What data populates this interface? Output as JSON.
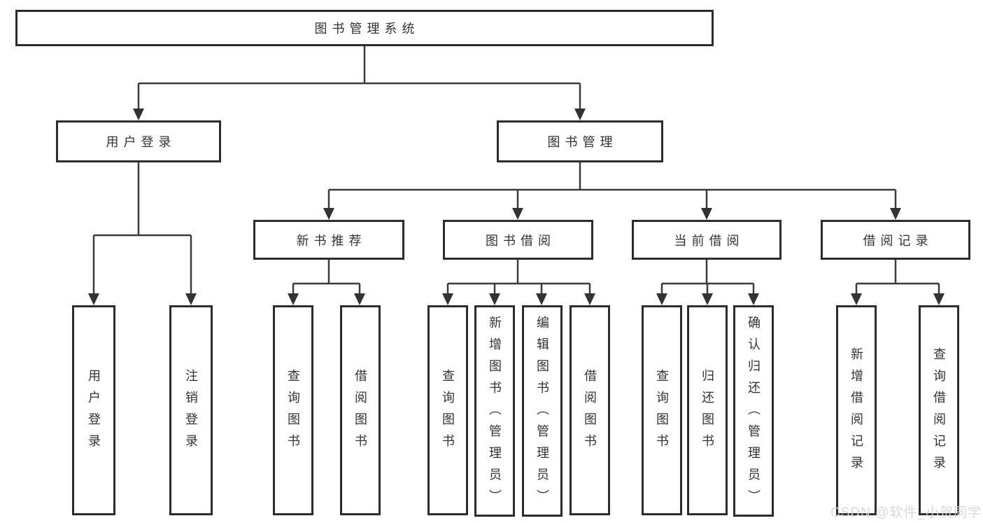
{
  "diagram_type": "hierarchy-tree",
  "tree": {
    "root": {
      "label": "图书管理系统",
      "children": [
        {
          "label": "用户登录",
          "children": [
            {
              "label": "用户登录"
            },
            {
              "label": "注销登录"
            }
          ]
        },
        {
          "label": "图书管理",
          "children": [
            {
              "label": "新书推荐",
              "children": [
                {
                  "label": "查询图书"
                },
                {
                  "label": "借阅图书"
                }
              ]
            },
            {
              "label": "图书借阅",
              "children": [
                {
                  "label": "查询图书"
                },
                {
                  "label": "新增图书（管理员）"
                },
                {
                  "label": "编辑图书（管理员）"
                },
                {
                  "label": "借阅图书"
                }
              ]
            },
            {
              "label": "当前借阅",
              "children": [
                {
                  "label": "查询图书"
                },
                {
                  "label": "归还图书"
                },
                {
                  "label": "确认归还（管理员）"
                }
              ]
            },
            {
              "label": "借阅记录",
              "children": [
                {
                  "label": "新增借阅记录"
                },
                {
                  "label": "查询借阅记录"
                }
              ]
            }
          ]
        }
      ]
    }
  },
  "watermark": {
    "text": "CSDN @软件_小贺同学"
  },
  "colors": {
    "background": "#ffffff",
    "box_border": "#2c2c2c",
    "connector_line": "#3a3a3a",
    "arrowhead": "#333333",
    "text": "#333333",
    "watermark": "#d7d7d7"
  }
}
